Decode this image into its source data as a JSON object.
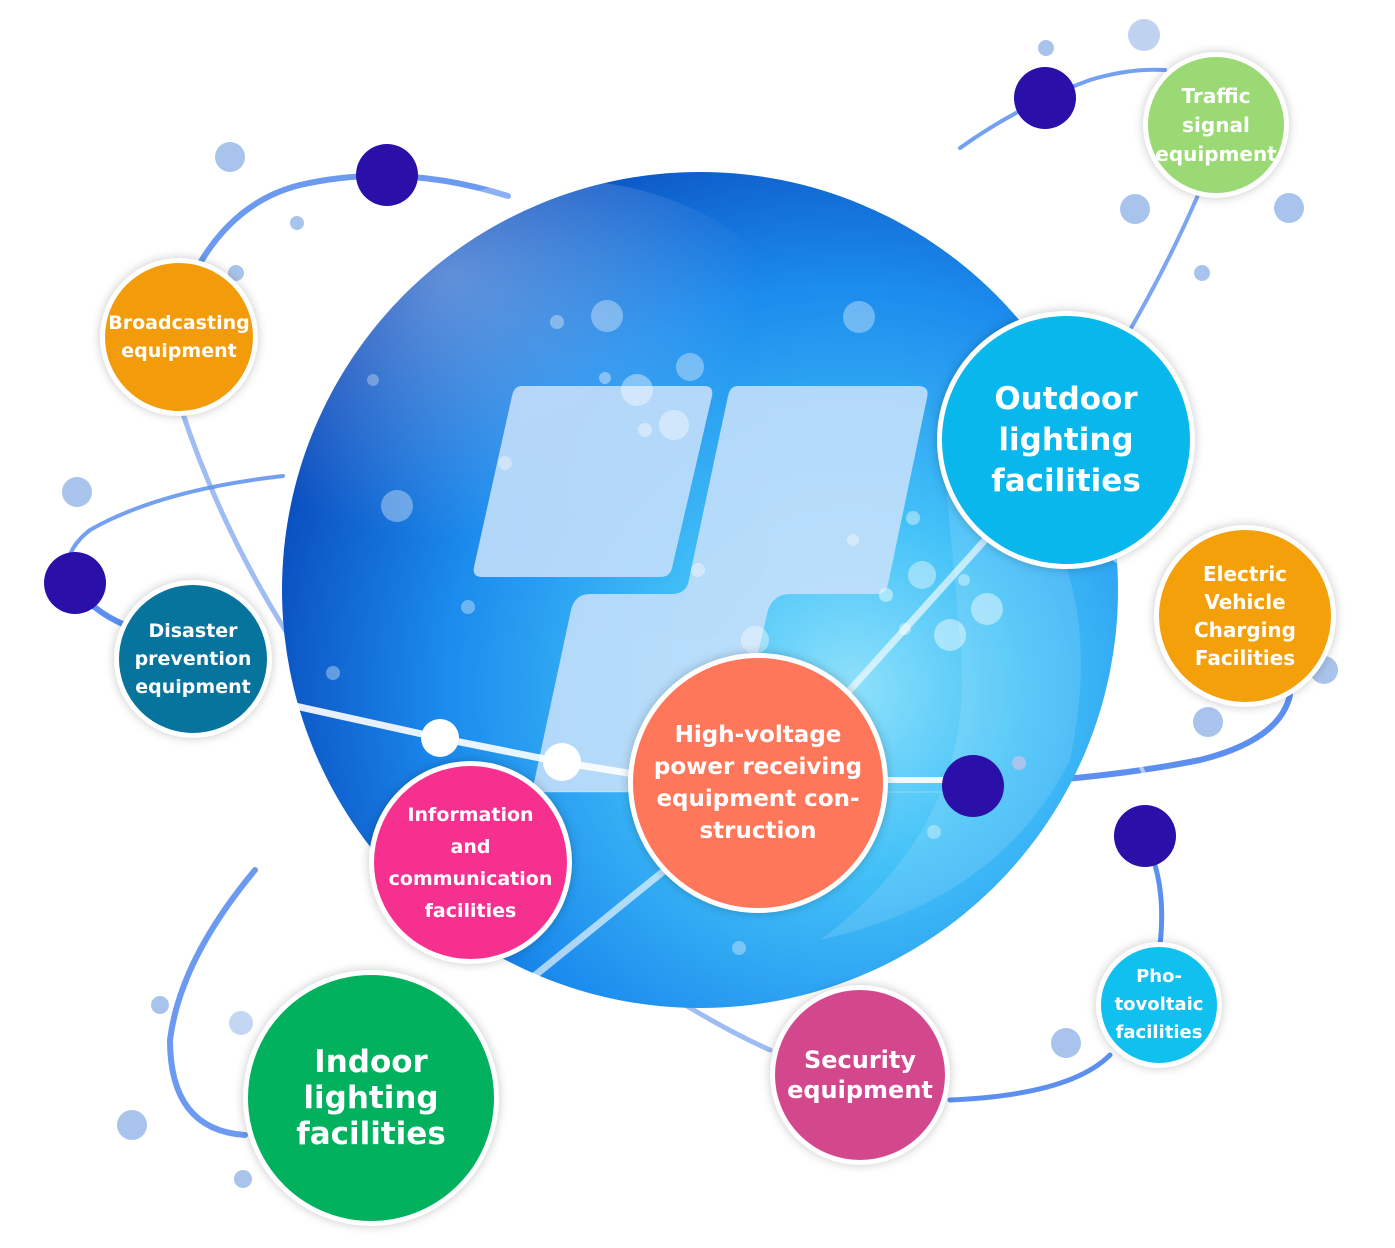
{
  "nodes": {
    "broadcasting": {
      "label": "Broadcasting\nequipment",
      "color": "#f39c0b"
    },
    "traffic": {
      "label": "Traffic\nsignal\nequipment",
      "color": "#9ad974"
    },
    "outdoor": {
      "label": "Outdoor\nlighting\nfacilities",
      "color": "#08b7ec"
    },
    "ev": {
      "label": "Electric\nVehicle\nCharging\nFacilities",
      "color": "#f3a00b"
    },
    "disaster": {
      "label": "Disaster\nprevention\nequipment",
      "color": "#07749d"
    },
    "high_voltage": {
      "label": "High-voltage\npower receiving\nequipment con-\nstruction",
      "color": "#fe775a"
    },
    "info_comm": {
      "label": "Information\nand\ncommunication\nfacilities",
      "color": "#f6308e"
    },
    "photovoltaic": {
      "label": "Pho-\ntovoltaic\nfacilities",
      "color": "#10c0ee"
    },
    "indoor": {
      "label": "Indoor\nlighting\nfacilities",
      "color": "#01b15d"
    },
    "security": {
      "label": "Security\nequipment",
      "color": "#d3478d"
    }
  },
  "colors": {
    "sphere_dark": "#0743b8",
    "sphere_light": "#44c2f8",
    "orbit": "#5c8ff0",
    "planet": "#2a0fa8",
    "bubble": "#a9c4ec",
    "logo_tile": "#c6e0fb"
  },
  "icons": {
    "center": "company-logo-icon"
  }
}
